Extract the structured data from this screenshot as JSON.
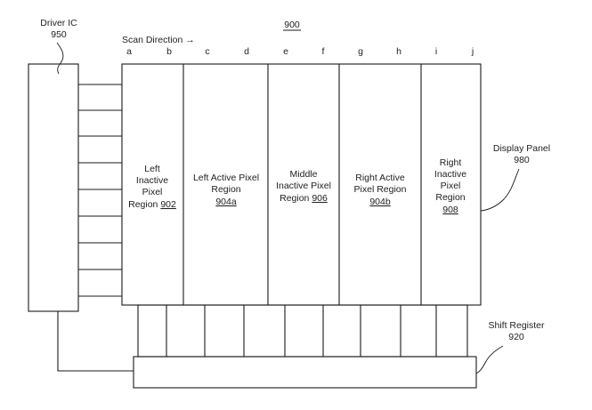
{
  "figure": {
    "number": "900",
    "scan_direction": "Scan Direction →",
    "columns": [
      "a",
      "b",
      "c",
      "d",
      "e",
      "f",
      "g",
      "h",
      "i",
      "j"
    ]
  },
  "driver_ic": {
    "name": "Driver IC",
    "ref": "950"
  },
  "display_panel": {
    "name": "Display Panel",
    "ref": "980"
  },
  "shift_register": {
    "name": "Shift Register",
    "ref": "920"
  },
  "regions": {
    "left_inactive": {
      "lines": [
        "Left",
        "Inactive",
        "Pixel"
      ],
      "prefix": "Region ",
      "ref": "902"
    },
    "left_active": {
      "lines": [
        "Left Active Pixel",
        "Region"
      ],
      "ref": "904a"
    },
    "middle_inactive": {
      "lines": [
        "Middle",
        "Inactive Pixel"
      ],
      "prefix": "Region ",
      "ref": "906"
    },
    "right_active": {
      "lines": [
        "Right Active",
        "Pixel Region"
      ],
      "ref": "904b"
    },
    "right_inactive": {
      "lines": [
        "Right",
        "Inactive",
        "Pixel",
        "Region"
      ],
      "ref": "908"
    }
  }
}
